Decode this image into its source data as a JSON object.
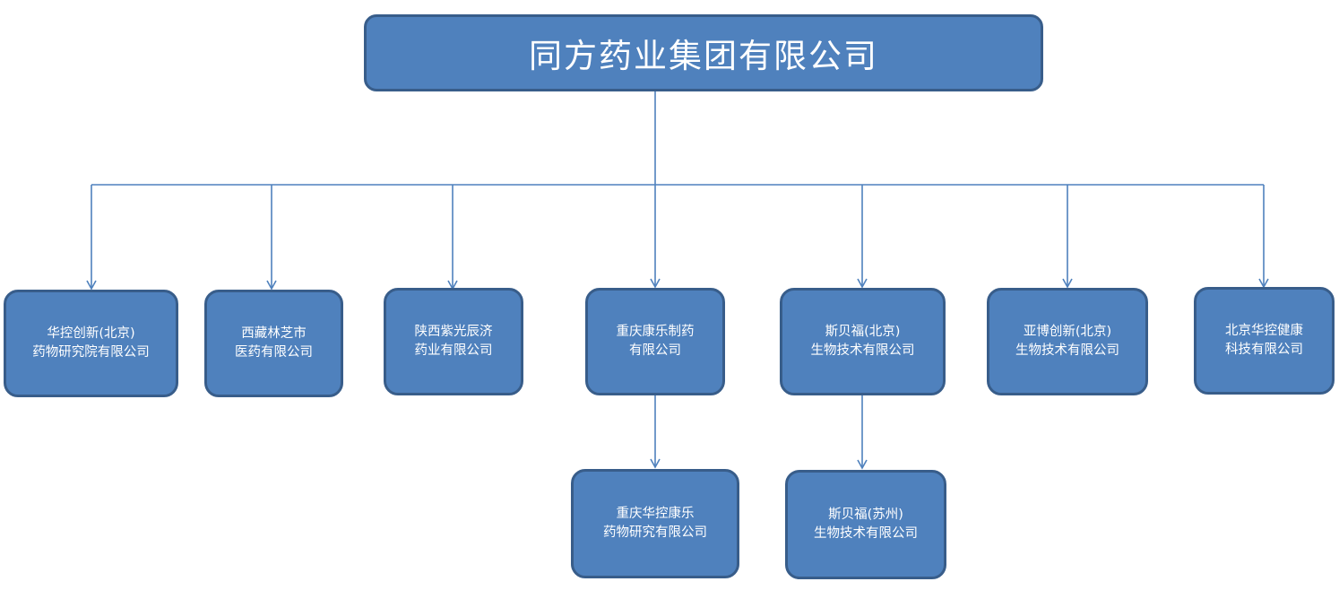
{
  "root": {
    "label": "同方药业集团有限公司"
  },
  "children": [
    {
      "lines": [
        "华控创新(北京)",
        "药物研究院有限公司"
      ]
    },
    {
      "lines": [
        "西藏林芝市",
        "医药有限公司"
      ]
    },
    {
      "lines": [
        "陕西紫光辰济",
        "药业有限公司"
      ]
    },
    {
      "lines": [
        "重庆康乐制药",
        "有限公司"
      ]
    },
    {
      "lines": [
        "斯贝福(北京)",
        "生物技术有限公司"
      ]
    },
    {
      "lines": [
        "亚博创新(北京)",
        "生物技术有限公司"
      ]
    },
    {
      "lines": [
        "北京华控健康",
        "科技有限公司"
      ]
    }
  ],
  "grandchildren": [
    {
      "lines": [
        "重庆华控康乐",
        "药物研究有限公司"
      ]
    },
    {
      "lines": [
        "斯贝福(苏州)",
        "生物技术有限公司"
      ]
    }
  ],
  "colors": {
    "box_fill": "#4f81bd",
    "box_border": "#385d8a",
    "connector": "#4f81bd"
  }
}
